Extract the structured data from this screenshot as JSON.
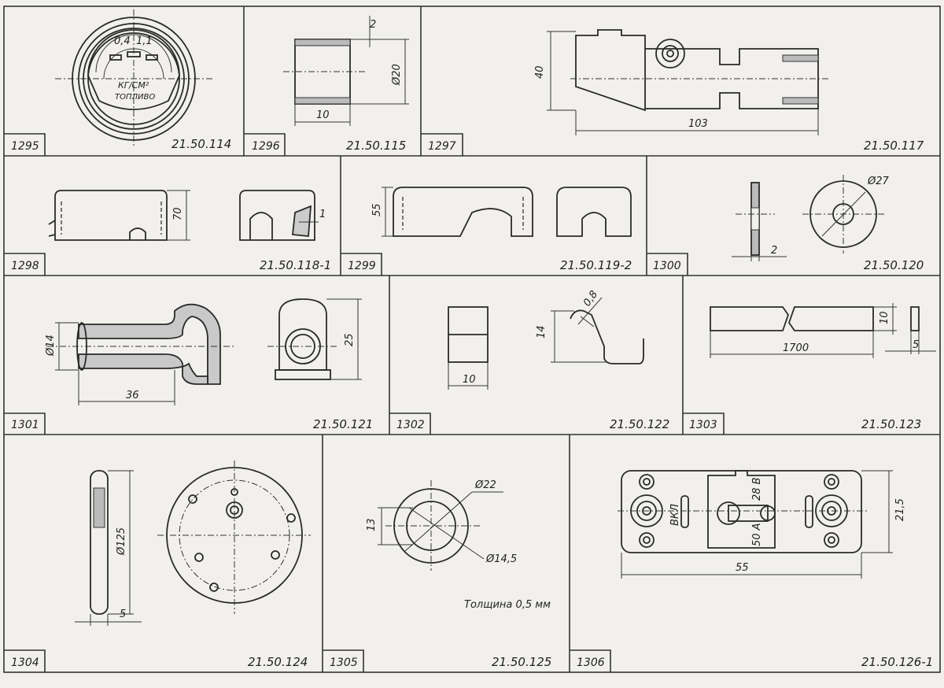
{
  "cells": [
    {
      "id": "1295",
      "code": "21.50.114",
      "dims": {
        "a": "0,4",
        "b": "1,1",
        "c": "КГ/СМ²",
        "d": "ТОПЛИВО"
      }
    },
    {
      "id": "1296",
      "code": "21.50.115",
      "dims": {
        "a": "2",
        "b": "Ø20",
        "c": "10"
      }
    },
    {
      "id": "1297",
      "code": "21.50.117",
      "dims": {
        "a": "40",
        "b": "103"
      }
    },
    {
      "id": "1298",
      "code": "21.50.118-1",
      "dims": {
        "a": "70",
        "b": "1"
      }
    },
    {
      "id": "1299",
      "code": "21.50.119-2",
      "dims": {
        "a": "55"
      }
    },
    {
      "id": "1300",
      "code": "21.50.120",
      "dims": {
        "a": "Ø27",
        "b": "2"
      }
    },
    {
      "id": "1301",
      "code": "21.50.121",
      "dims": {
        "a": "Ø14",
        "b": "36",
        "c": "25"
      }
    },
    {
      "id": "1302",
      "code": "21.50.122",
      "dims": {
        "a": "14",
        "b": "10",
        "c": "0,8"
      }
    },
    {
      "id": "1303",
      "code": "21.50.123",
      "dims": {
        "a": "1700",
        "b": "10",
        "c": "5"
      }
    },
    {
      "id": "1304",
      "code": "21.50.124",
      "dims": {
        "a": "Ø125",
        "b": "5"
      }
    },
    {
      "id": "1305",
      "code": "21.50.125",
      "dims": {
        "a": "Ø22",
        "b": "13",
        "c": "Ø14,5"
      },
      "note": "Толщина 0,5 мм"
    },
    {
      "id": "1306",
      "code": "21.50.126-1",
      "dims": {
        "a": "21,5",
        "b": "55",
        "c": "ВКЛ",
        "d": "28 В",
        "e": "50 А"
      }
    }
  ]
}
